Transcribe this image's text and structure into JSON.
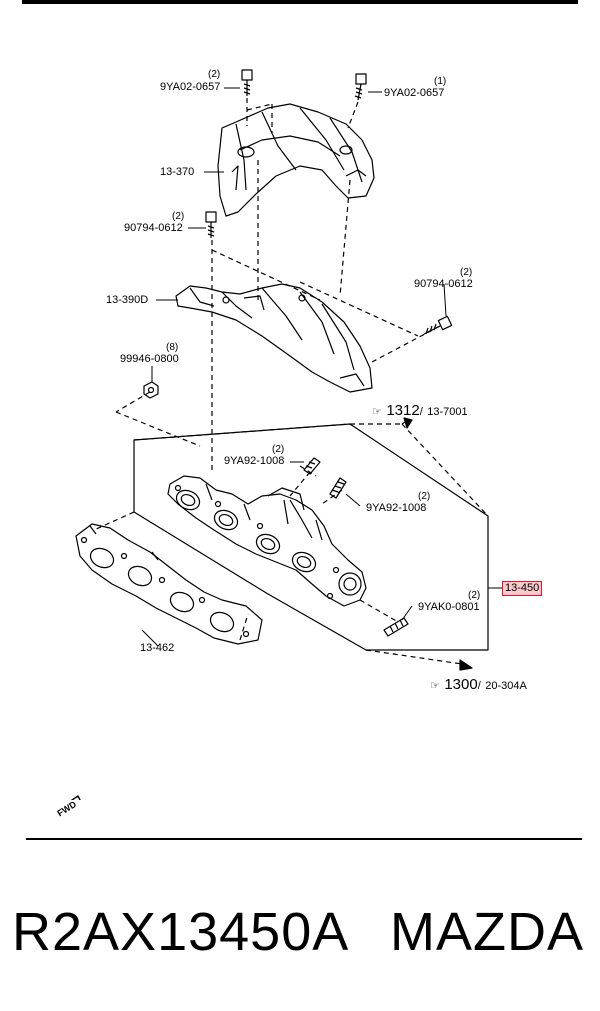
{
  "labels": {
    "p_9ya02_0657_left": {
      "qty": "(2)",
      "code": "9YA02-0657"
    },
    "p_9ya02_0657_right": {
      "qty": "(1)",
      "code": "9YA02-0657"
    },
    "p_13_370": "13-370",
    "p_90794_0612_left": {
      "qty": "(2)",
      "code": "90794-0612"
    },
    "p_90794_0612_right": {
      "qty": "(2)",
      "code": "90794-0612"
    },
    "p_13_390d": "13-390D",
    "p_99946_0800": {
      "qty": "(8)",
      "code": "99946-0800"
    },
    "p_9ya92_1008_top": {
      "qty": "(2)",
      "code": "9YA92-1008"
    },
    "p_9ya92_1008_right": {
      "qty": "(2)",
      "code": "9YA92-1008"
    },
    "p_9yak0_0801": {
      "qty": "(2)",
      "code": "9YAK0-0801"
    },
    "p_13_462": "13-462",
    "p_13_450": "13-450"
  },
  "refs": {
    "upper": {
      "main": "1312",
      "sep": "/",
      "sub": "13-7001"
    },
    "lower": {
      "main": "1300",
      "sep": "/",
      "sub": "20-304A"
    }
  },
  "fwd_label": "FWD",
  "footer": {
    "part_number": "R2AX13450A",
    "brand": "MAZDA"
  },
  "colors": {
    "highlight_border": "#e0142a",
    "highlight_fill": "#f9c9cc",
    "line": "#000000"
  }
}
